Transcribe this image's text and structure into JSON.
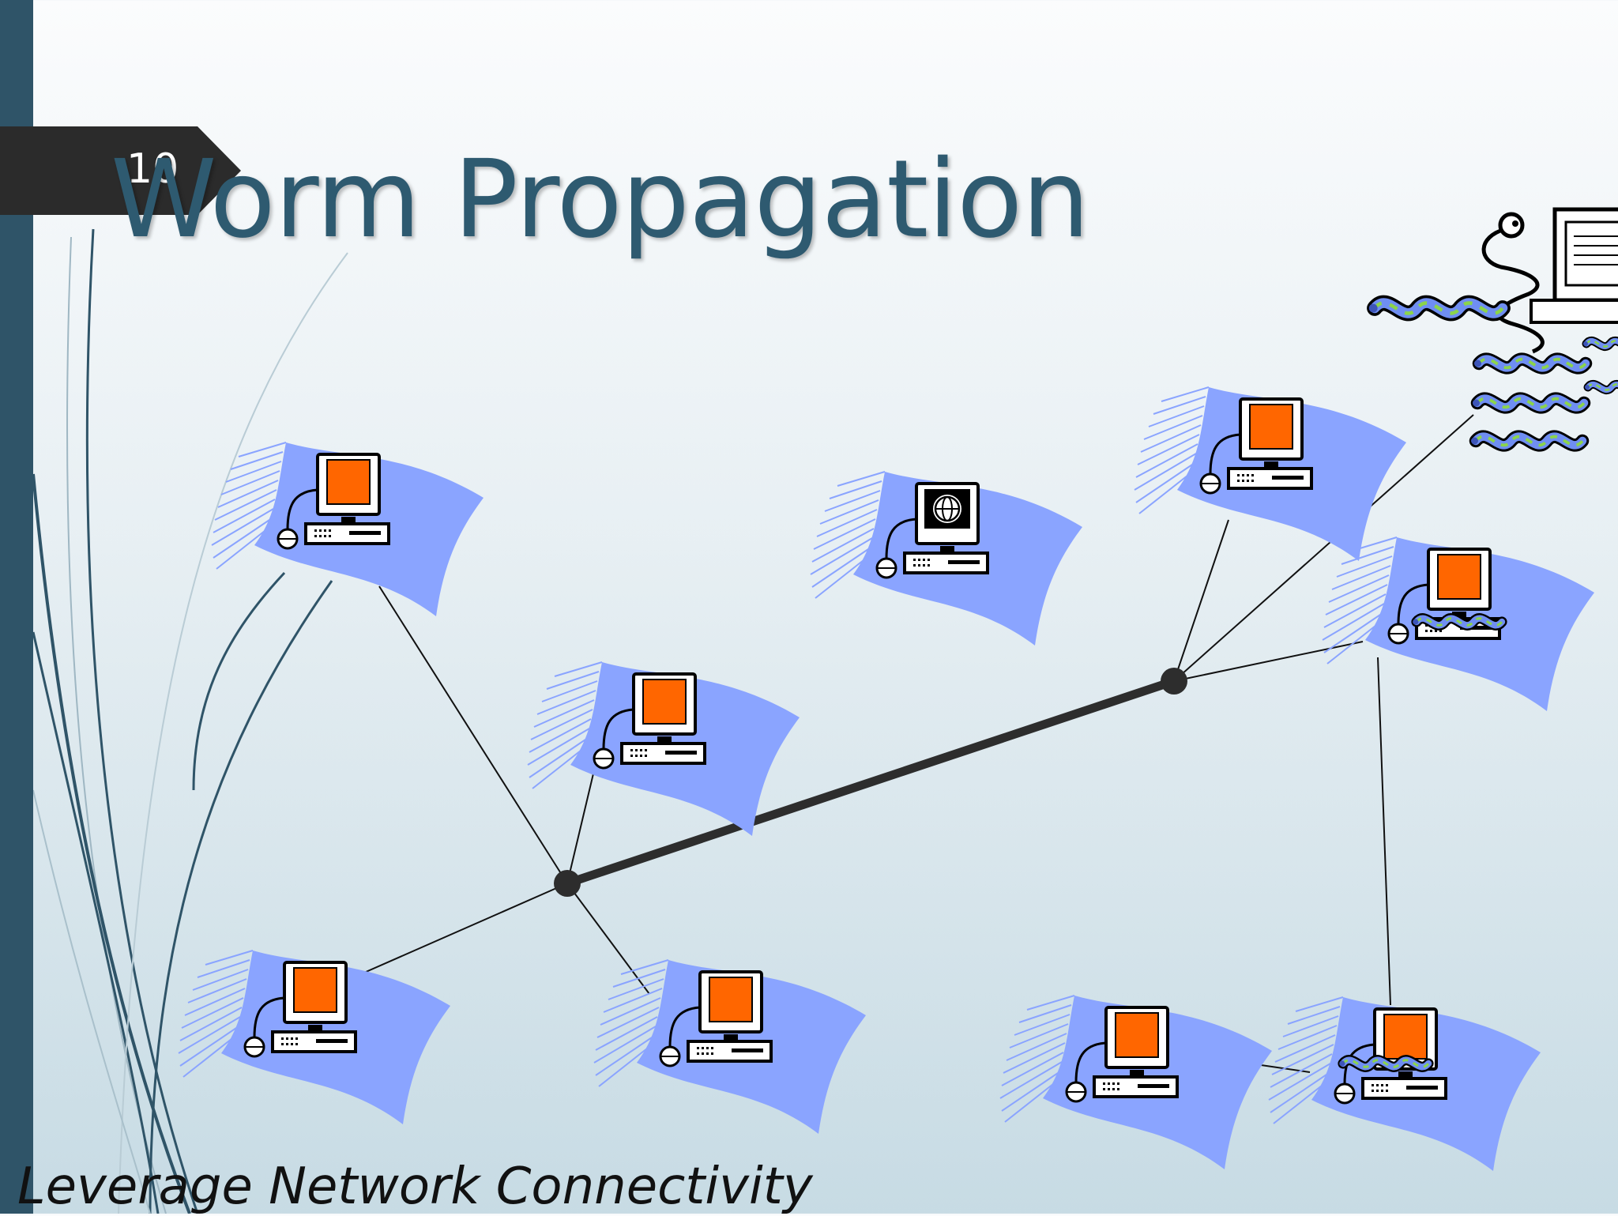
{
  "slide": {
    "number": "10",
    "title": "Worm Propagation",
    "subtitle": "Leverage Network Connectivity"
  },
  "colors": {
    "accent_bar": "#2f5468",
    "tab": "#2b2b2b",
    "title": "#2e5a70",
    "banner": "#8aa4ff",
    "screen_orange": "#ff6600",
    "hub": "#2d2d2d",
    "worm_blue": "#6f8ef2",
    "worm_green": "#8bd44a"
  },
  "diagram": {
    "computers": [
      {
        "id": "pc-1",
        "screen": "orange",
        "infected": false
      },
      {
        "id": "pc-2",
        "screen": "globe",
        "infected": false
      },
      {
        "id": "pc-3",
        "screen": "orange",
        "infected": false
      },
      {
        "id": "pc-4",
        "screen": "orange",
        "infected": false
      },
      {
        "id": "pc-5",
        "screen": "orange",
        "infected": true
      },
      {
        "id": "pc-6",
        "screen": "orange",
        "infected": false
      },
      {
        "id": "pc-7",
        "screen": "orange",
        "infected": false
      },
      {
        "id": "pc-8",
        "screen": "orange",
        "infected": false
      },
      {
        "id": "pc-9",
        "screen": "orange",
        "infected": true
      }
    ],
    "hubs": [
      "hub-left",
      "hub-right"
    ],
    "backbone": [
      "hub-left",
      "hub-right"
    ],
    "links": [
      [
        "hub-left",
        "pc-1"
      ],
      [
        "hub-left",
        "pc-4"
      ],
      [
        "hub-left",
        "pc-6"
      ],
      [
        "hub-left",
        "pc-7"
      ],
      [
        "hub-right",
        "pc-3"
      ],
      [
        "hub-right",
        "pc-5"
      ],
      [
        "hub-right",
        "worm-source"
      ],
      [
        "pc-5",
        "pc-9"
      ],
      [
        "pc-8",
        "pc-9"
      ]
    ],
    "worm_source": {
      "id": "worm-source",
      "depicts": "infected computer with worms"
    }
  }
}
